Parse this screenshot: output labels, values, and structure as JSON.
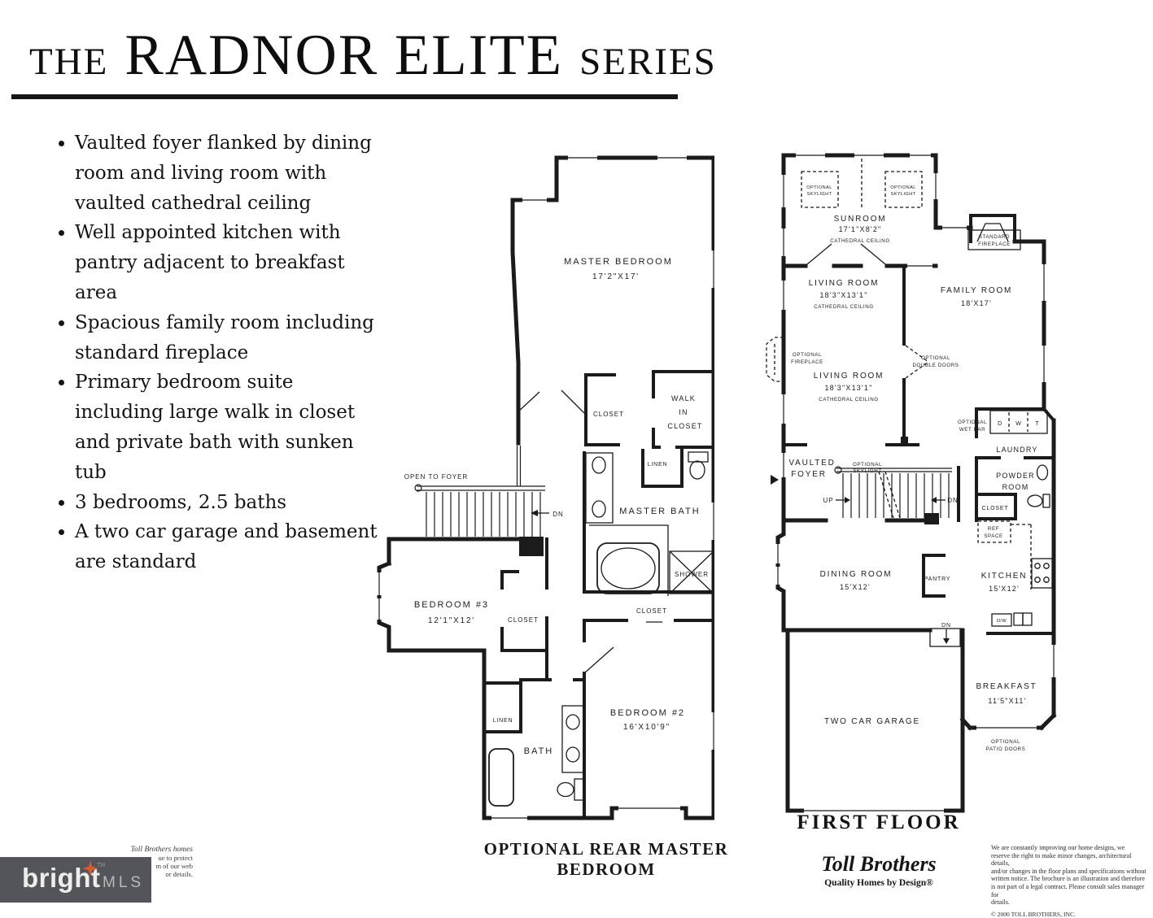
{
  "title": {
    "pre": "THE",
    "main": "RADNOR ELITE",
    "post": "SERIES"
  },
  "features": [
    "Vaulted foyer flanked by dining room and living room with vaulted cathedral ceiling",
    "Well appointed kitchen with pantry adjacent to breakfast area",
    "Spacious family room including standard fireplace",
    "Primary bedroom suite including large walk in closet and private bath with sunken tub",
    "3 bedrooms, 2.5 baths",
    "A two car garage and basement are standard"
  ],
  "second_floor": {
    "caption": "OPTIONAL REAR MASTER BEDROOM",
    "open_to_foyer": "OPEN TO FOYER",
    "dn": "DN",
    "master_bedroom": {
      "name": "MASTER BEDROOM",
      "dims": "17'2\"X17'"
    },
    "closet_hall": "CLOSET",
    "walk_in_closet": [
      "WALK",
      "IN",
      "CLOSET"
    ],
    "linen_upper": "LINEN",
    "master_bath": "MASTER BATH",
    "shower": "SHOWER",
    "closet_bed2": "CLOSET",
    "bedroom3": {
      "name": "BEDROOM #3",
      "dims": "12'1\"X12'"
    },
    "closet_bed3": "CLOSET",
    "linen_lower": "LINEN",
    "bath": "BATH",
    "bedroom2": {
      "name": "BEDROOM #2",
      "dims": "16'X10'9\""
    }
  },
  "first_floor": {
    "caption": "FIRST FLOOR",
    "skylight1": [
      "OPTIONAL",
      "SKYLIGHT"
    ],
    "skylight2": [
      "OPTIONAL",
      "SKYLIGHT"
    ],
    "sunroom": {
      "name": "SUNROOM",
      "dims": "17'1\"X8'2\"",
      "note": "CATHEDRAL CEILING"
    },
    "standard_fireplace": [
      "STANDARD",
      "FIREPLACE"
    ],
    "living_room_upper": {
      "name": "LIVING ROOM",
      "dims": "18'3\"X13'1\"",
      "note": "CATHEDRAL CEILING"
    },
    "family_room": {
      "name": "FAMILY ROOM",
      "dims": "18'X17'"
    },
    "optional_fireplace": [
      "OPTIONAL",
      "FIREPLACE"
    ],
    "living_room_lower": {
      "name": "LIVING ROOM",
      "dims": "18'3\"X13'1\"",
      "note": "CATHEDRAL CEILING"
    },
    "optional_double_doors": [
      "OPTIONAL",
      "DOUBLE DOORS"
    ],
    "optional_wet_bar": [
      "OPTIONAL",
      "WET BAR"
    ],
    "appliances": [
      "D",
      "W",
      "T"
    ],
    "laundry": "LAUNDRY",
    "powder_room": [
      "POWDER",
      "ROOM"
    ],
    "closet": "CLOSET",
    "ref_space": [
      "REF",
      "SPACE"
    ],
    "vaulted_foyer": [
      "VAULTED",
      "FOYER"
    ],
    "skylight_stairs": [
      "OPTIONAL",
      "SKYLIGHT"
    ],
    "up": "UP",
    "dn": "DN",
    "dn_garage": "DN",
    "dining_room": {
      "name": "DINING ROOM",
      "dims": "15'X12'"
    },
    "pantry": "PANTRY",
    "kitchen": {
      "name": "KITCHEN",
      "dims": "15'X12'"
    },
    "dw": "D/W",
    "breakfast": {
      "name": "BREAKFAST",
      "dims": "11'5\"X11'"
    },
    "garage": "TWO CAR GARAGE",
    "optional_patio_doors": [
      "OPTIONAL",
      "PATIO DOORS"
    ]
  },
  "branding": {
    "toll_logo": "Toll Brothers",
    "tagline": "Quality Homes by Design®"
  },
  "disclaimer": {
    "lines": [
      "We are constantly improving our home designs, we",
      "reserve the right to make minor changes, architectural details,",
      "and/or changes in the floor plans and specifications without",
      "written notice. The brochure is an illustration and therefore",
      "is not part of a legal contract. Please consult sales manager for",
      "details."
    ],
    "copyright": "© 2000 TOLL BROTHERS, INC."
  },
  "mls": {
    "brand": "bright",
    "tm": "TM",
    "suffix": "MLS"
  },
  "fragments": [
    "Toll Brothers homes",
    "ue to protect",
    "m of our web",
    "or details."
  ],
  "colors": {
    "ink": "#1B1B1B",
    "accent_orange": "#DB5A2C",
    "mls_box": "#54555A"
  }
}
